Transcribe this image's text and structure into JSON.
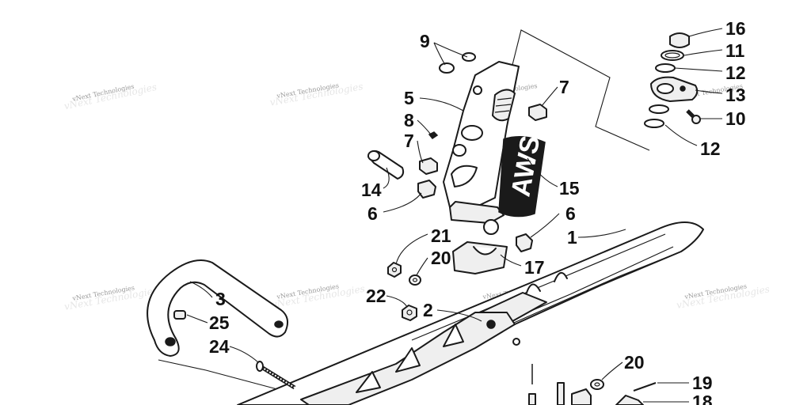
{
  "watermark": {
    "text": "vNext Technologies"
  },
  "decal_text": "AWS",
  "callouts": [
    {
      "id": "c9",
      "label": "9"
    },
    {
      "id": "c7a",
      "label": "7"
    },
    {
      "id": "c5",
      "label": "5"
    },
    {
      "id": "c8",
      "label": "8"
    },
    {
      "id": "c7b",
      "label": "7"
    },
    {
      "id": "c14",
      "label": "14"
    },
    {
      "id": "c6a",
      "label": "6"
    },
    {
      "id": "c15",
      "label": "15"
    },
    {
      "id": "c6b",
      "label": "6"
    },
    {
      "id": "c16",
      "label": "16"
    },
    {
      "id": "c11",
      "label": "11"
    },
    {
      "id": "c12a",
      "label": "12"
    },
    {
      "id": "c13",
      "label": "13"
    },
    {
      "id": "c10",
      "label": "10"
    },
    {
      "id": "c12b",
      "label": "12"
    },
    {
      "id": "c1",
      "label": "1"
    },
    {
      "id": "c21",
      "label": "21"
    },
    {
      "id": "c20a",
      "label": "20"
    },
    {
      "id": "c17",
      "label": "17"
    },
    {
      "id": "c22",
      "label": "22"
    },
    {
      "id": "c2",
      "label": "2"
    },
    {
      "id": "c3",
      "label": "3"
    },
    {
      "id": "c25",
      "label": "25"
    },
    {
      "id": "c24",
      "label": "24"
    },
    {
      "id": "c20b",
      "label": "20"
    },
    {
      "id": "c19",
      "label": "19"
    },
    {
      "id": "c18",
      "label": "18"
    }
  ]
}
